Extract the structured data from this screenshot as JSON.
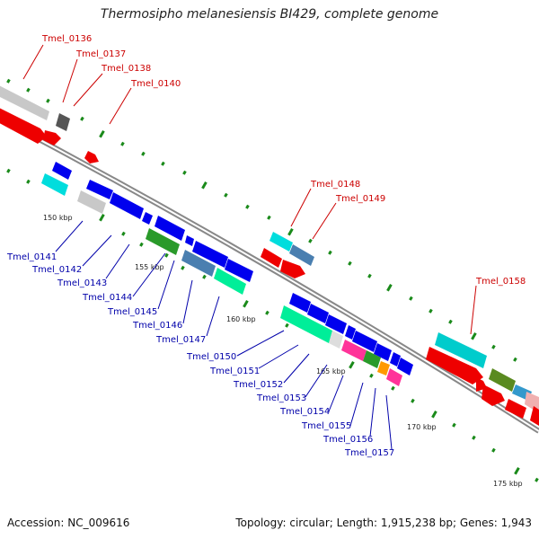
{
  "title": "Thermosipho melanesiensis BI429, complete genome",
  "footer": {
    "accession": "Accession: NC_009616",
    "topology": "Topology: circular; Length: 1,915,238 bp; Genes: 1,943"
  },
  "colors": {
    "forward_gene": "#ee0000",
    "reverse_gene": "#0000ee",
    "backbone": "#888888",
    "tick": "#1a8a1a",
    "label_red": "#cc0000",
    "label_blue": "#0000aa"
  },
  "kbp_marks": [
    "150 kbp",
    "155 kbp",
    "160 kbp",
    "165 kbp",
    "170 kbp",
    "175 kbp"
  ],
  "top_labels": [
    "Tmel_0136",
    "Tmel_0137",
    "Tmel_0138",
    "Tmel_0140",
    "Tmel_0148",
    "Tmel_0149",
    "Tmel_0158"
  ],
  "bottom_labels": [
    "Tmel_0141",
    "Tmel_0142",
    "Tmel_0143",
    "Tmel_0144",
    "Tmel_0145",
    "Tmel_0146",
    "Tmel_0147",
    "Tmel_0150",
    "Tmel_0151",
    "Tmel_0152",
    "Tmel_0153",
    "Tmel_0154",
    "Tmel_0155",
    "Tmel_0156",
    "Tmel_0157"
  ]
}
